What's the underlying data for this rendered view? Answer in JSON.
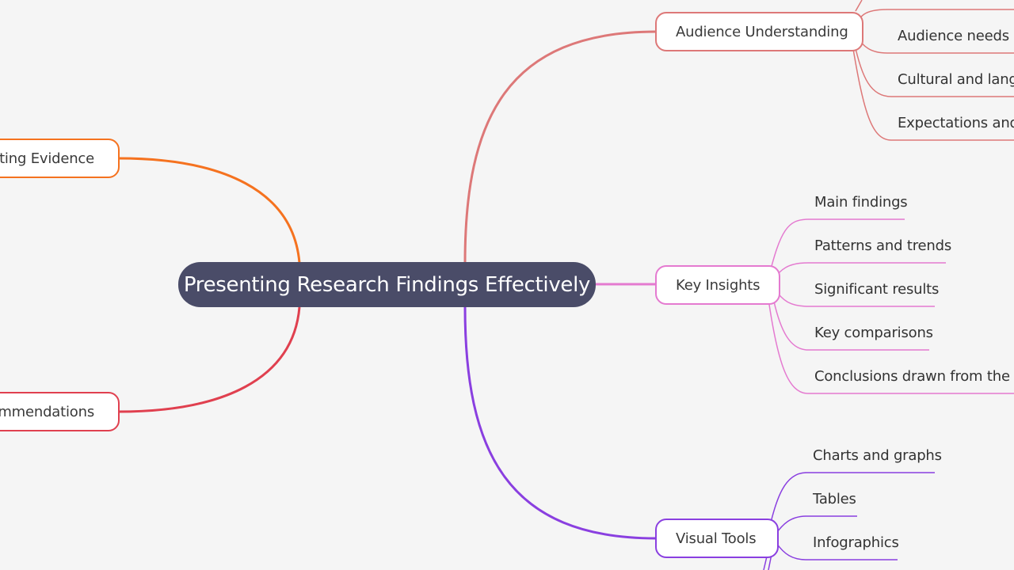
{
  "root": {
    "label": "Presenting Research Findings Effectively",
    "color": "#4a4c68"
  },
  "branches": {
    "supporting_evidence": {
      "label": "rting Evidence",
      "color": "#f5721f"
    },
    "recommendations": {
      "label": "ommendations",
      "color": "#e0404f"
    },
    "audience_understanding": {
      "label": "Audience Understanding",
      "color": "#dd7878",
      "children": [
        "Audience needs a",
        "Cultural and langu",
        "Expectations and"
      ]
    },
    "key_insights": {
      "label": "Key Insights",
      "color": "#e47ad0",
      "children": [
        "Main findings",
        "Patterns and trends",
        "Significant results",
        "Key comparisons",
        "Conclusions drawn from the re"
      ]
    },
    "visual_tools": {
      "label": "Visual Tools",
      "color": "#8a3fe0",
      "children": [
        "Charts and graphs",
        "Tables",
        "Infographics"
      ]
    }
  }
}
